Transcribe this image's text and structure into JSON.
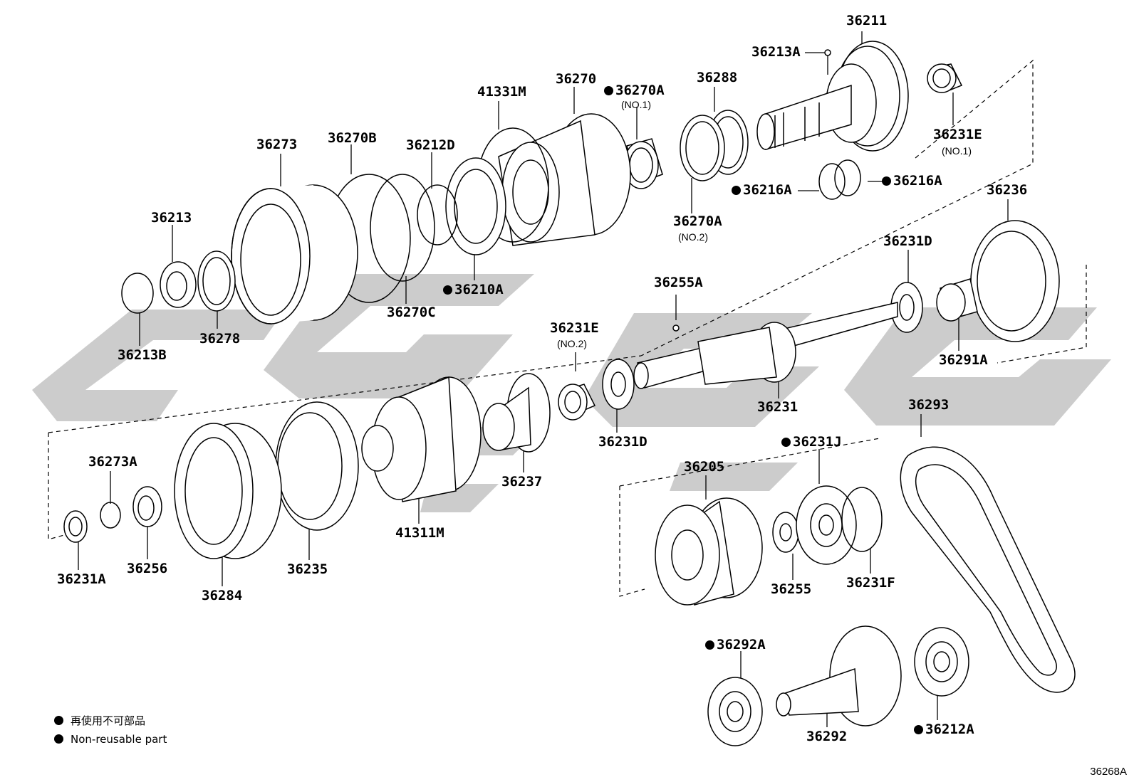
{
  "labels": {
    "p36211": "36211",
    "p36213A": "36213A",
    "p36231E_1": "36231E",
    "p36231E_1_sub": "(NO.1)",
    "p36216A_r": "36216A",
    "p36216A_l": "36216A",
    "p36288": "36288",
    "p36270A_1": "36270A",
    "p36270A_1_sub": "(NO.1)",
    "p36270A_2": "36270A",
    "p36270A_2_sub": "(NO.2)",
    "p36270": "36270",
    "p41331M": "41331M",
    "p36212D": "36212D",
    "p36270B": "36270B",
    "p36273": "36273",
    "p36213": "36213",
    "p36213B": "36213B",
    "p36278": "36278",
    "p36270C": "36270C",
    "p36210A": "36210A",
    "p36236": "36236",
    "p36231D_top": "36231D",
    "p36255A": "36255A",
    "p36291A": "36291A",
    "p36231": "36231",
    "p36231E_2": "36231E",
    "p36231E_2_sub": "(NO.2)",
    "p36231D_bot": "36231D",
    "p36237": "36237",
    "p41311M": "41311M",
    "p36273A": "36273A",
    "p36256": "36256",
    "p36231A": "36231A",
    "p36284": "36284",
    "p36235": "36235",
    "p36293": "36293",
    "p36231J": "36231J",
    "p36205": "36205",
    "p36255": "36255",
    "p36231F": "36231F",
    "p36292A": "36292A",
    "p36292": "36292",
    "p36212A": "36212A"
  },
  "legend": {
    "line_jp": "再使用不可部品",
    "line_en": "Non-reusable part"
  },
  "figure_id": "36268A",
  "colors": {
    "line": "#000000",
    "watermark": "#cccccc",
    "background": "#ffffff"
  }
}
